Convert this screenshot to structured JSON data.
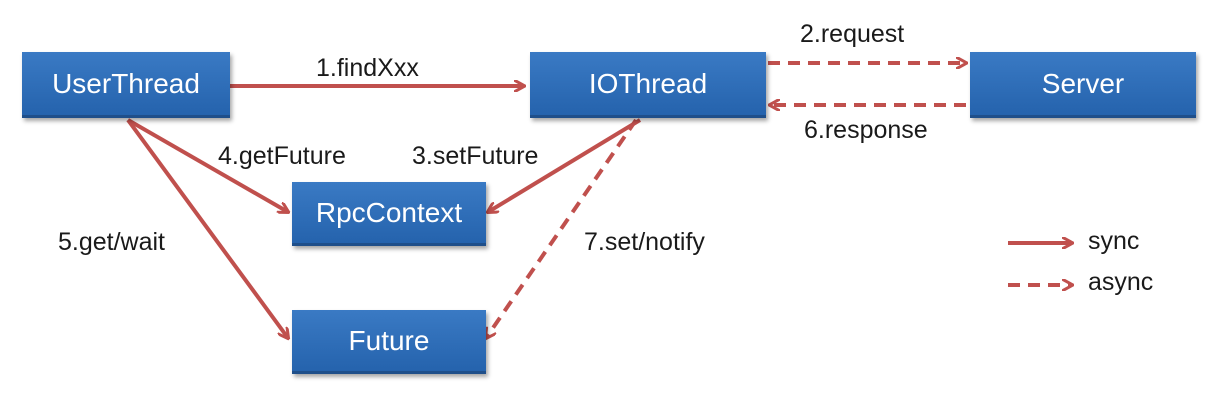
{
  "nodes": {
    "user_thread": "UserThread",
    "io_thread": "IOThread",
    "server": "Server",
    "rpc_context": "RpcContext",
    "future": "Future"
  },
  "edges": {
    "find": "1.findXxx",
    "request": "2.request",
    "set_future": "3.setFuture",
    "get_future": "4.getFuture",
    "get_wait": "5.get/wait",
    "response": "6.response",
    "set_notify": "7.set/notify"
  },
  "legend": {
    "sync": "sync",
    "async": "async"
  },
  "colors": {
    "arrow": "#c0504d",
    "node": "#2e6db4"
  }
}
